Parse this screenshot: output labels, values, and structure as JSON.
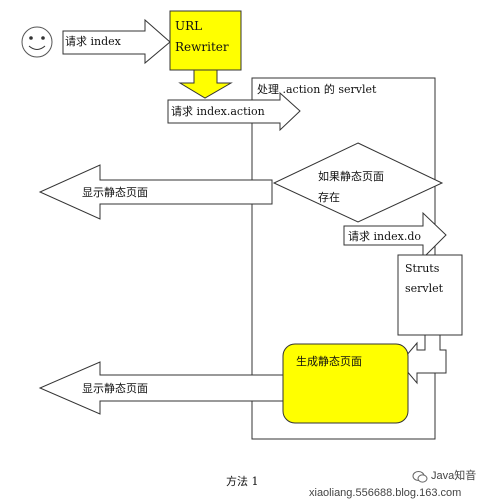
{
  "diagram": {
    "user_request_label": "请求 index",
    "url_rewriter_label_line1": "URL",
    "url_rewriter_label_line2": "Rewriter",
    "action_request_label": "请求 index.action",
    "servlet_box_title": "处理 .action 的 servlet",
    "decision_label_line1": "如果静态页面",
    "decision_label_line2": "存在",
    "show_static_page_top": "显示静态页面",
    "do_request_label": "请求 index.do",
    "struts_label_line1": "Struts",
    "struts_label_line2": "servlet",
    "generate_static_page_label": "生成静态页面",
    "show_static_page_bottom": "显示静态页面",
    "caption": "方法 1"
  },
  "watermark": {
    "brand": "Java知音",
    "url": "xiaoliang.556688.blog.163.com"
  },
  "colors": {
    "yellow": "#ffff00",
    "stroke": "#333333",
    "background": "#ffffff"
  }
}
